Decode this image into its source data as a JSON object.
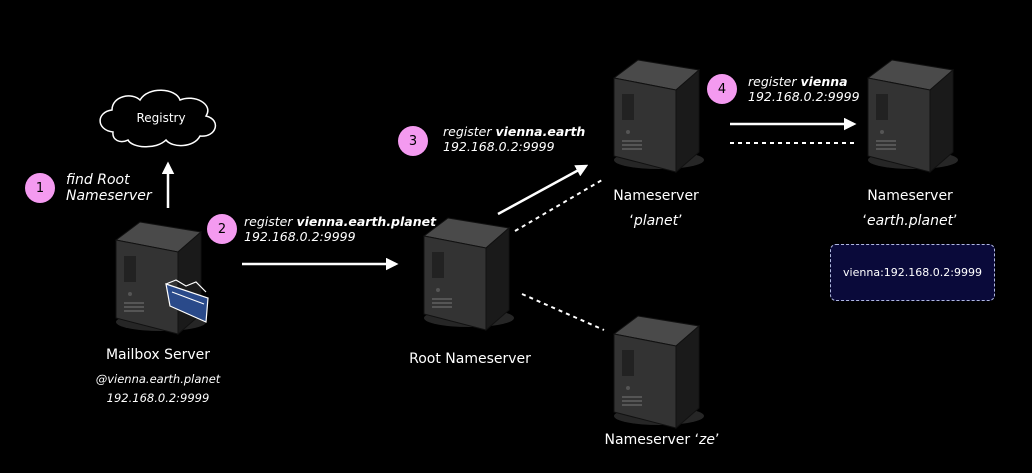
{
  "registry": {
    "label": "Registry"
  },
  "steps": [
    {
      "num": "1",
      "line1": "find Root",
      "line2": "Nameserver"
    },
    {
      "num": "2",
      "prefix": "register ",
      "name": "vienna.earth.planet",
      "addr": "192.168.0.2:9999"
    },
    {
      "num": "3",
      "prefix": "register ",
      "name": "vienna.earth",
      "addr": "192.168.0.2:9999"
    },
    {
      "num": "4",
      "prefix": "register ",
      "name": "vienna",
      "addr": "192.168.0.2:9999"
    }
  ],
  "mailbox": {
    "title": "Mailbox Server",
    "domain": "@vienna.earth.planet",
    "addr": "192.168.0.2:9999"
  },
  "root": {
    "title": "Root Nameserver"
  },
  "planet": {
    "title": "Nameserver",
    "q_open": "‘",
    "zone": "planet",
    "q_close": "’"
  },
  "earth": {
    "title": "Nameserver",
    "q_open": "‘",
    "zone": "earth.planet",
    "q_close": "’"
  },
  "ze": {
    "prefix": "Nameserver ‘",
    "zone": "ze",
    "q_close": "’"
  },
  "record": {
    "text": "vienna:192.168.0.2:9999"
  },
  "colors": {
    "badge": "#f49af0",
    "record_bg": "#0a0a3a",
    "server_front": "#333333",
    "server_side": "#1a1a1a"
  }
}
